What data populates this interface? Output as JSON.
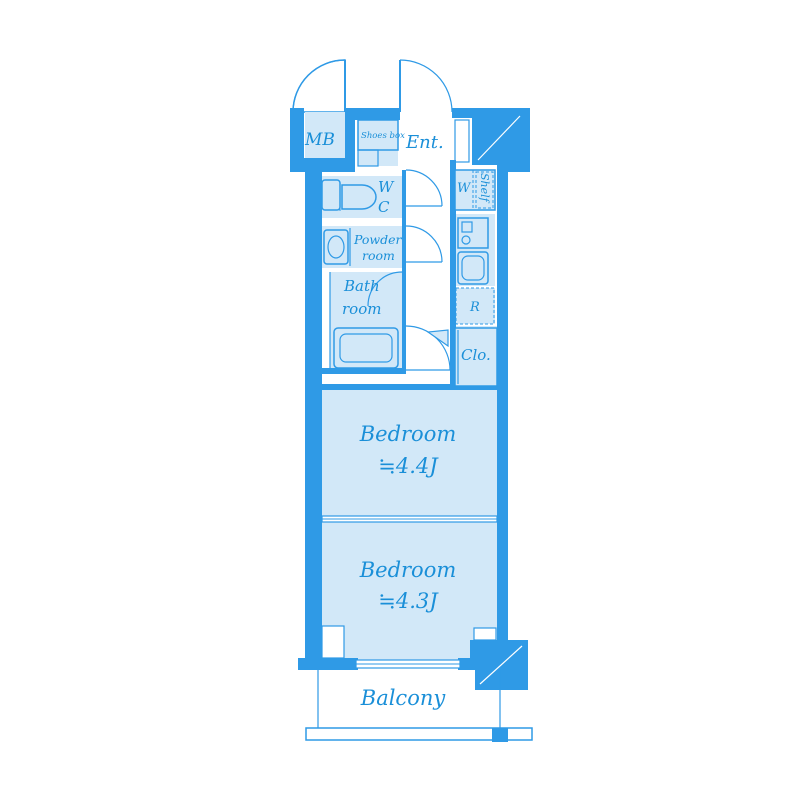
{
  "floorplan": {
    "rooms": {
      "mb": "MB",
      "shoes_box": "Shoes box",
      "entrance": "Ent.",
      "wc_line1": "W",
      "wc_line2": "C",
      "washer": "W",
      "shelf": "Shelf",
      "powder_line1": "Powder",
      "powder_line2": "room",
      "bath_line1": "Bath",
      "bath_line2": "room",
      "refrigerator": "R",
      "closet": "Clo.",
      "bedroom1_name": "Bedroom",
      "bedroom1_size": "≒4.4J",
      "bedroom2_name": "Bedroom",
      "bedroom2_size": "≒4.3J",
      "balcony": "Balcony"
    },
    "colors": {
      "wall": "#2f9ae6",
      "floor": "#d2e8f8",
      "label": "#1a8fd8"
    }
  }
}
